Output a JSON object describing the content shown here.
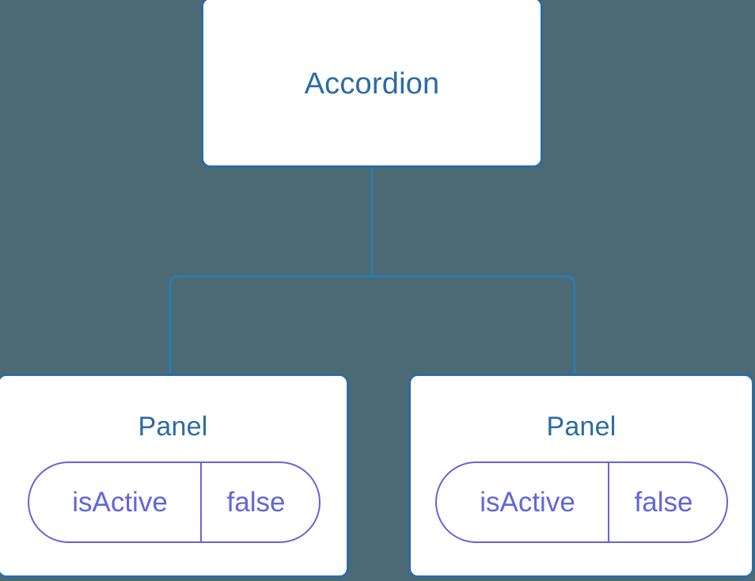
{
  "diagram": {
    "type": "component-tree",
    "background_color": "#4c6a74",
    "node_border_color": "#2b6ca3",
    "node_fill_color": "#ffffff",
    "title_color": "#2b6ca3",
    "prop_color": "#6366d8",
    "connector_color": "#2b7cb0"
  },
  "root": {
    "title": "Accordion"
  },
  "children": [
    {
      "title": "Panel",
      "prop": {
        "key": "isActive",
        "value": "false"
      }
    },
    {
      "title": "Panel",
      "prop": {
        "key": "isActive",
        "value": "false"
      }
    }
  ]
}
